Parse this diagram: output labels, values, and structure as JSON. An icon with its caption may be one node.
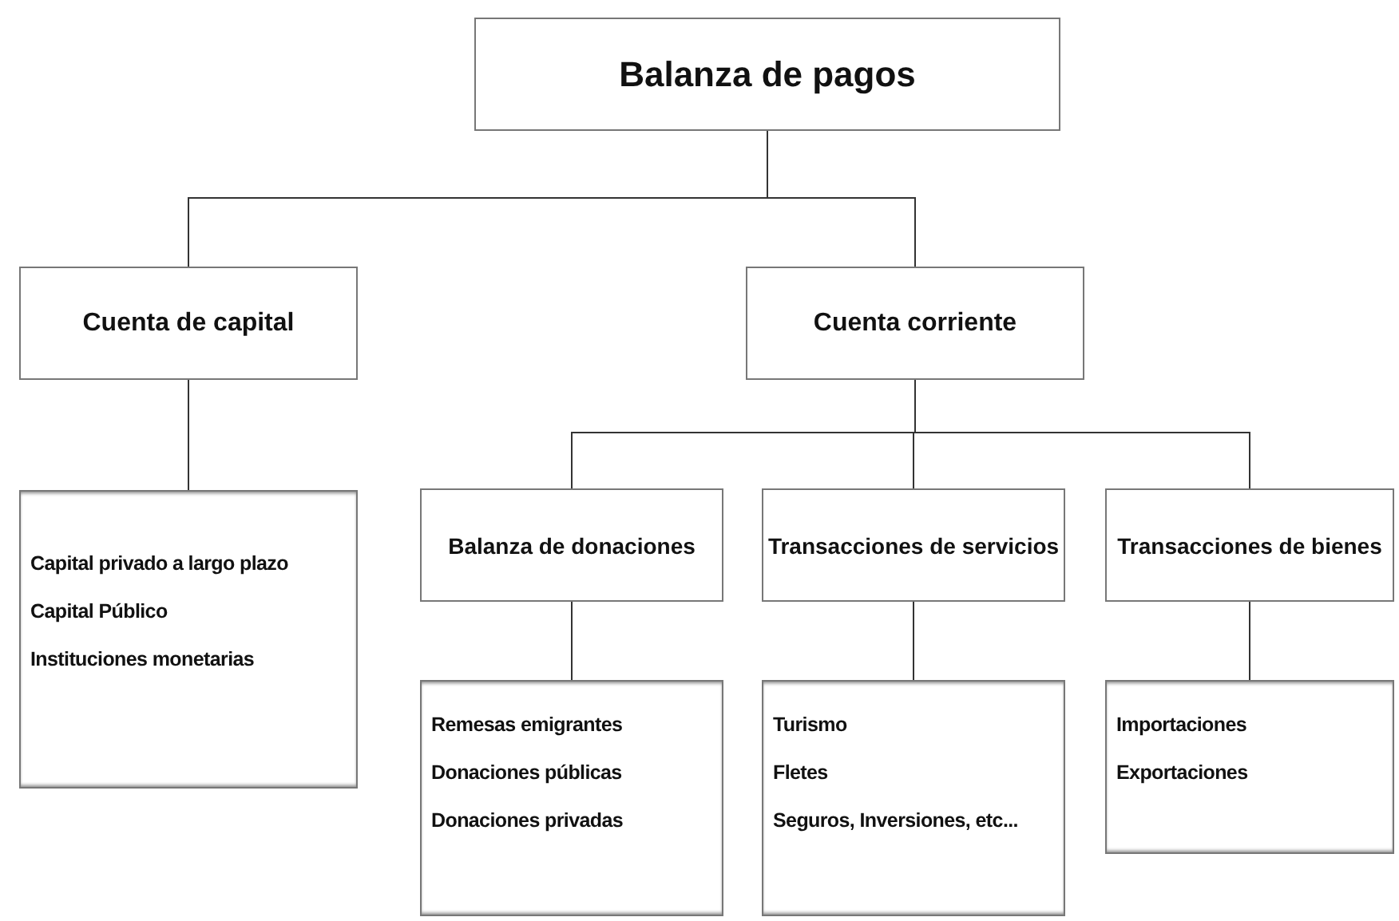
{
  "diagram": {
    "nodes": [
      {
        "text": [
          "Balanza de pagos"
        ]
      },
      {
        "text": [
          "Cuenta de capital"
        ]
      },
      {
        "text": [
          "Cuenta corriente"
        ]
      },
      {
        "text": [
          "Capital privado a largo plazo",
          "Capital Público",
          "Instituciones monetarias"
        ]
      },
      {
        "text": [
          "Balanza de donaciones"
        ]
      },
      {
        "text": [
          "Transacciones de servicios"
        ]
      },
      {
        "text": [
          "Transacciones de bienes"
        ]
      },
      {
        "text": [
          "Remesas emigrantes",
          "Donaciones públicas",
          "Donaciones privadas"
        ]
      },
      {
        "text": [
          "Turismo",
          "Fletes",
          "Seguros, Inversiones, etc..."
        ]
      },
      {
        "text": [
          "Importaciones",
          "Exportaciones"
        ]
      }
    ],
    "edges": [
      {
        "from": 0,
        "to": 1,
        "arrow": "none"
      },
      {
        "from": 0,
        "to": 2,
        "arrow": "none"
      },
      {
        "from": 1,
        "to": 3,
        "arrow": "none"
      },
      {
        "from": 2,
        "to": 4,
        "arrow": "none"
      },
      {
        "from": 2,
        "to": 5,
        "arrow": "none"
      },
      {
        "from": 2,
        "to": 6,
        "arrow": "none"
      },
      {
        "from": 4,
        "to": 7,
        "arrow": "none"
      },
      {
        "from": 5,
        "to": 8,
        "arrow": "none"
      },
      {
        "from": 6,
        "to": 9,
        "arrow": "none"
      }
    ]
  }
}
